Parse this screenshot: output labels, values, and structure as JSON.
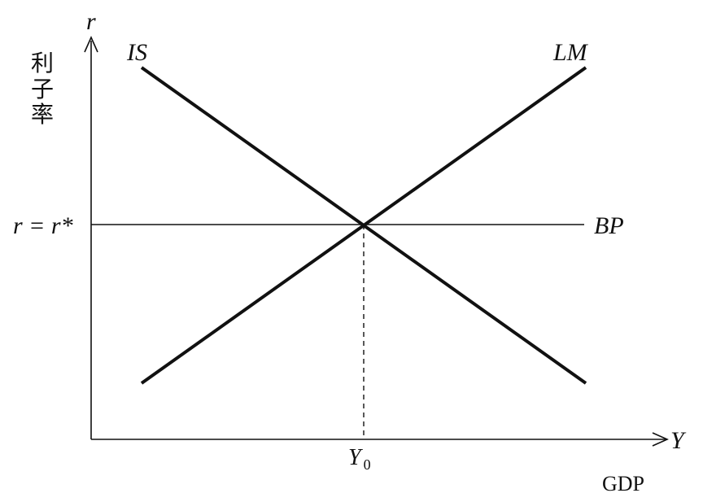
{
  "diagram": {
    "y_axis_symbol": "r",
    "y_axis_title_chars": [
      "利",
      "子",
      "率"
    ],
    "x_axis_symbol": "Y",
    "x_axis_title": "GDP",
    "curve_is": "IS",
    "curve_lm": "LM",
    "curve_bp": "BP",
    "rate_label": "r = r*",
    "equilibrium_output_main": "Y",
    "equilibrium_output_sub": "0"
  },
  "colors": {
    "ink": "#111111",
    "background": "#ffffff"
  }
}
